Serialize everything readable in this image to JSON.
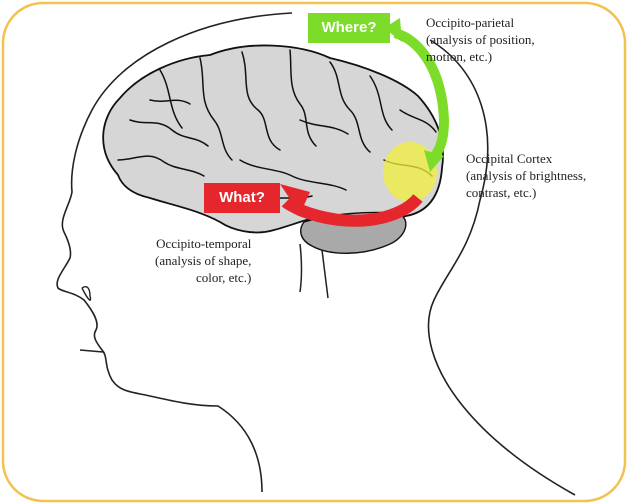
{
  "colors": {
    "frame_border": "#f2c14e",
    "where_green": "#7ddc2a",
    "what_red": "#e5262d",
    "occipital_yellow": "#f2ee3a",
    "brain_fill": "#d6d6d6",
    "cerebellum_fill": "#a9a9a9"
  },
  "icons": {
    "where_arrow": "curved-arrow-icon",
    "what_arrow": "curved-arrow-icon"
  },
  "tags": {
    "where": "Where?",
    "what": "What?"
  },
  "labels": {
    "parietal": {
      "line1": "Occipito-parietal",
      "line2": "(analysis of position,",
      "line3": "motion,  etc.)"
    },
    "occipital": {
      "line1": "Occipital Cortex",
      "line2": "(analysis of brightness,",
      "line3": "contrast, etc.)"
    },
    "temporal": {
      "line1": "Occipito-temporal",
      "line2": "(analysis of shape,",
      "line3": "color, etc.)"
    }
  }
}
